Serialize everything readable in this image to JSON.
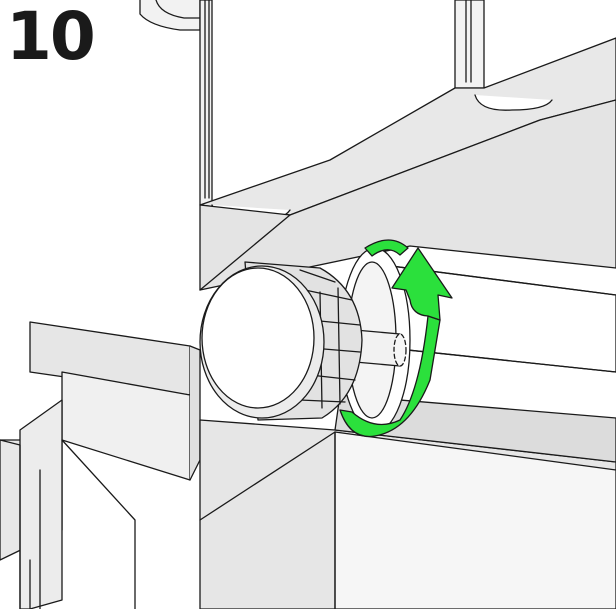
{
  "step": {
    "number": "10"
  },
  "illustration": {
    "subject": "knob",
    "action": "rotate",
    "rotation_direction": "clockwise-up",
    "colors": {
      "arrow": "#2be03c",
      "arrow_stroke": "#1a1a1a",
      "body_fill": "#e6e6e6",
      "light_fill": "#f2f2f2",
      "line": "#1a1a1a"
    }
  }
}
